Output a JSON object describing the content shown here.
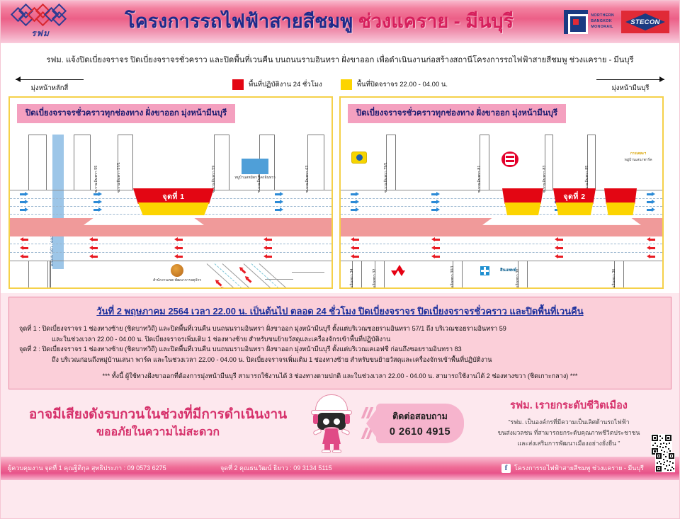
{
  "header": {
    "logo_alt": "mrta-logo",
    "logo_word": "รฟม",
    "title_main": "โครงการรถไฟฟ้าสายสีชมพู",
    "title_accent": "ช่วงแคราย - มีนบุรี",
    "nbm_lines": [
      "NORTHERN",
      "BANGKOK",
      "MONORAIL"
    ],
    "stecon_label": "STECON",
    "title_color": "#1e2a8a",
    "accent_color": "#d61f5c"
  },
  "subheader": {
    "text": "รฟม. แจ้งปิดเบี่ยงจราจร ปิดเบี่ยงจราจรชั่วคราว และปิดพื้นที่เวนคืน บนถนนรามอินทรา ฝั่งขาออก เพื่อดำเนินงานก่อสร้างสถานีโครงการรถไฟฟ้าสายสีชมพู ช่วงแคราย - มีนบุรี"
  },
  "legend": {
    "direction_left": "มุ่งหน้าหลักสี่",
    "direction_right": "มุ่งหน้ามีนบุรี",
    "items": [
      {
        "color": "#e30613",
        "label": "พื้นที่ปฏิบัติงาน 24 ชั่วโมง"
      },
      {
        "color": "#fcd400",
        "label": "พื้นที่ปิดจราจร 22.00 - 04.00 น."
      }
    ]
  },
  "maps": [
    {
      "caption": "ปิดเบี่ยงจราจรชั่วคราวทุกช่องทาง ฝั่งขาออก มุ่งหน้ามีนบุรี",
      "workzone_label": "จุดที่ 1",
      "soi_labels": [
        "ซ.รามอินทรา 55",
        "ซ.รามอินทรา 57/1",
        "ซ.รามอินทรา 59",
        "ซ.รามอินทรา 61",
        "ซ.รามอินทรา 63"
      ],
      "canal_label": "คลองบางบัว - คลองถนน",
      "poi": [
        {
          "name": "หมู่บ้านสหมิตร นครอินทรา",
          "shape": "blue-block"
        },
        {
          "name": "สำนักงานเขต พัฒนาการจตุจักร",
          "shape": "seal"
        }
      ]
    },
    {
      "caption": "ปิดเบี่ยงจราจรชั่วคราวทุกช่องทาง ฝั่งขาออก มุ่งหน้ามีนบุรี",
      "workzone_label": "จุดที่ 2",
      "soi_labels": [
        "ซ.รามอินทรา 79/1",
        "ซ.รามอินทรา 81",
        "ซ.รามอินทรา 83",
        "ซ.รามอินทรา 85",
        "ซ.รามอินทรา 34",
        "ซ.รามอินทรา 32",
        "ซ.รามอินทรา 30/1",
        "ซ.รามอินทรา 30",
        "ซ.รามอินทรา 36"
      ],
      "poi": [
        {
          "name": "ปตท.",
          "shape": "station-logo"
        },
        {
          "name": "เคเอฟซี",
          "shape": "kfc-logo"
        },
        {
          "name": "หมู่บ้านเสนาพาร์ค",
          "shape": "park-logo",
          "sub": "การเคหะฯ"
        },
        {
          "name": "มิตซูบิชิ",
          "shape": "mitsubishi-logo"
        },
        {
          "name": "สินแพทย์",
          "shape": "hospital-logo"
        }
      ]
    }
  ],
  "info": {
    "headline": "วันที่ 2 พฤษภาคม 2564 เวลา 22.00 น. เป็นต้นไป ตลอด 24 ชั่วโมง ปิดเบี่ยงจราจร ปิดเบี่ยงจราจรชั่วคราว และปิดพื้นที่เวนคืน",
    "lines": [
      {
        "text": "จุดที่ 1 : ปิดเบี่ยงจราจร 1 ช่องทางซ้าย (ชิดบาทวิถี) และปิดพื้นที่เวนคืน บนถนนรามอินทรา ฝั่งขาออก มุ่งหน้ามีนบุรี ตั้งแต่บริเวณซอยรามอินทรา 57/1 ถึง บริเวณซอยรามอินทรา 59",
        "indent": false
      },
      {
        "text": "และในช่วงเวลา 22.00 - 04.00 น. ปิดเบี่ยงจราจรเพิ่มเติม 1 ช่องทางซ้าย สำหรับขนย้ายวัสดุและเครื่องจักรเข้าพื้นที่ปฏิบัติงาน",
        "indent": true
      },
      {
        "text": "จุดที่ 2 : ปิดเบี่ยงจราจร 1 ช่องทางซ้าย (ชิดบาทวิถี) และปิดพื้นที่เวนคืน บนถนนรามอินทรา ฝั่งขาออก มุ่งหน้ามีนบุรี ตั้งแต่บริเวณเคเอฟซี ก่อนถึงซอยรามอินทรา 83",
        "indent": false
      },
      {
        "text": "ถึง บริเวณก่อนถึงหมู่บ้านเสนา พาร์ค และในช่วงเวลา 22.00 - 04.00 น. ปิดเบี่ยงจราจรเพิ่มเติม 1 ช่องทางซ้าย สำหรับขนย้ายวัสดุและเครื่องจักรเข้าพื้นที่ปฏิบัติงาน",
        "indent": true
      }
    ],
    "note": "*** ทั้งนี้ ผู้ใช้ทางฝั่งขาออกที่ต้องการมุ่งหน้ามีนบุรี สามารถใช้งานได้ 3 ช่องทางตามปกติ และในช่วงเวลา 22.00 - 04.00 น. สามารถใช้งานได้ 2 ช่องทางขวา (ชิดเกาะกลาง) ***"
  },
  "bottom": {
    "apology_line1": "อาจมีเสียงดังรบกวนในช่วงที่มีการดำเนินงาน",
    "apology_line2": "ขออภัยในความไม่สะดวก",
    "contact_label": "ติดต่อสอบถาม",
    "contact_phone": "0 2610 4915",
    "vision_title": "รฟม. เรายกระดับชีวิตเมือง",
    "vision_body": [
      "\"รฟม. เป็นองค์กรที่มีความเป็นเลิศด้านรถไฟฟ้า",
      "ขนส่งมวลชน ที่สามารถยกระดับคุณภาพชีวิตประชาชน",
      "และส่งเสริมการพัฒนาเมืองอย่างยั่งยืน \""
    ]
  },
  "footer": {
    "supervisor_1": "ผู้ควบคุมงาน จุดที่ 1 คุณฐิติกุล สุทธิประภา : 09 0573 6275",
    "supervisor_2": "จุดที่ 2 คุณธนวัฒน์ ธิยาว : 09 3134 5115",
    "facebook_icon": "facebook-icon",
    "facebook_label": "โครงการรถไฟฟ้าสายสีชมพู ช่วงแคราย - มีนบุรี"
  }
}
